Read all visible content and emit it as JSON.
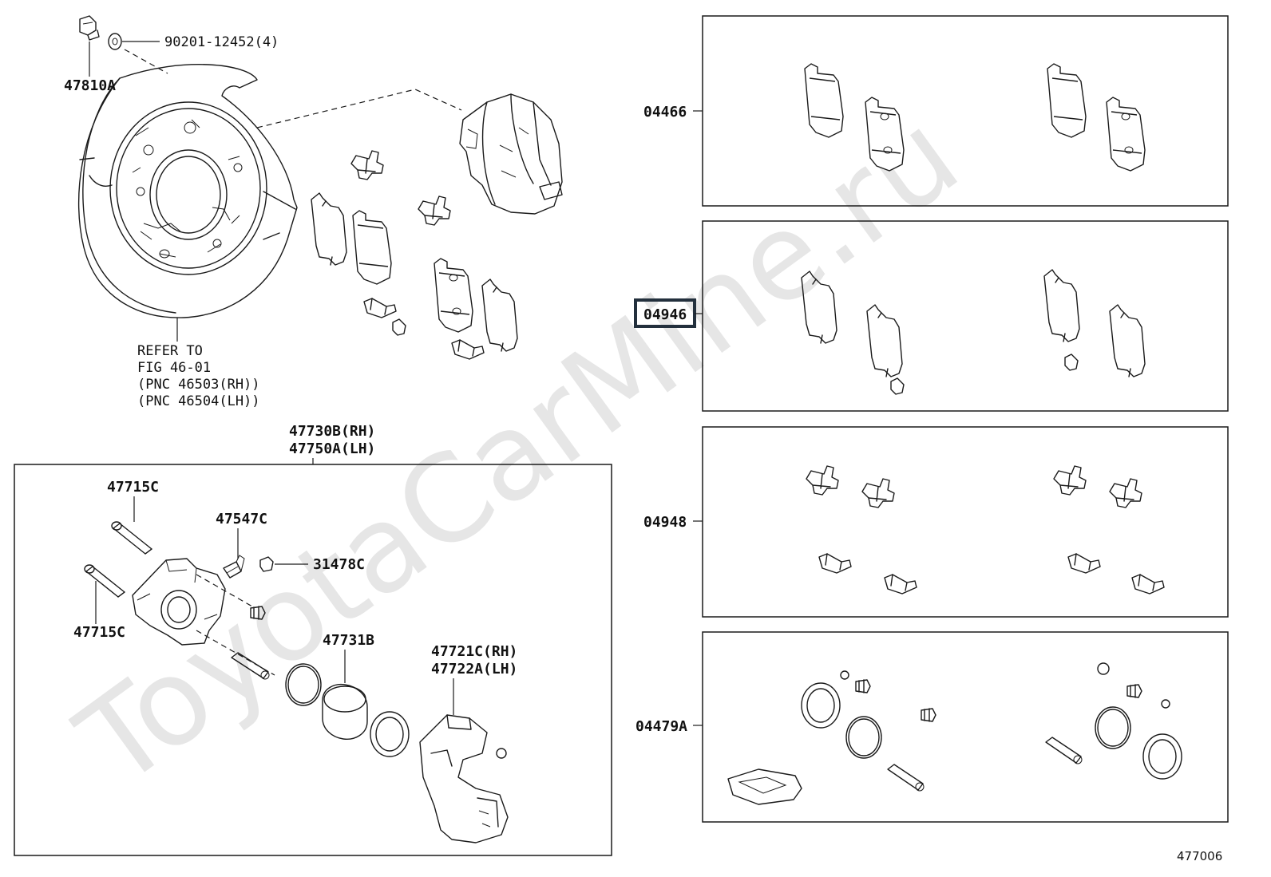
{
  "watermark": "ToyotaCarMine.ru",
  "diagram_id": "477006",
  "labels": {
    "washer": "90201-12452(4)",
    "bolt": "47810A",
    "refer_line1": "REFER TO",
    "refer_line2": "FIG 46-01",
    "refer_line3": "(PNC 46503(RH))",
    "refer_line4": "(PNC 46504(LH))",
    "caliper_rh": "47730B(RH)",
    "caliper_lh": "47750A(LH)",
    "pin_upper": "47715C",
    "pin_lower": "47715C",
    "bleeder": "47547C",
    "cap": "31478C",
    "piston": "47731B",
    "mount_rh": "47721C(RH)",
    "mount_lh": "47722A(LH)"
  },
  "kits": [
    {
      "code": "04466",
      "highlighted": false
    },
    {
      "code": "04946",
      "highlighted": true
    },
    {
      "code": "04948",
      "highlighted": false
    },
    {
      "code": "04479A",
      "highlighted": false
    }
  ]
}
